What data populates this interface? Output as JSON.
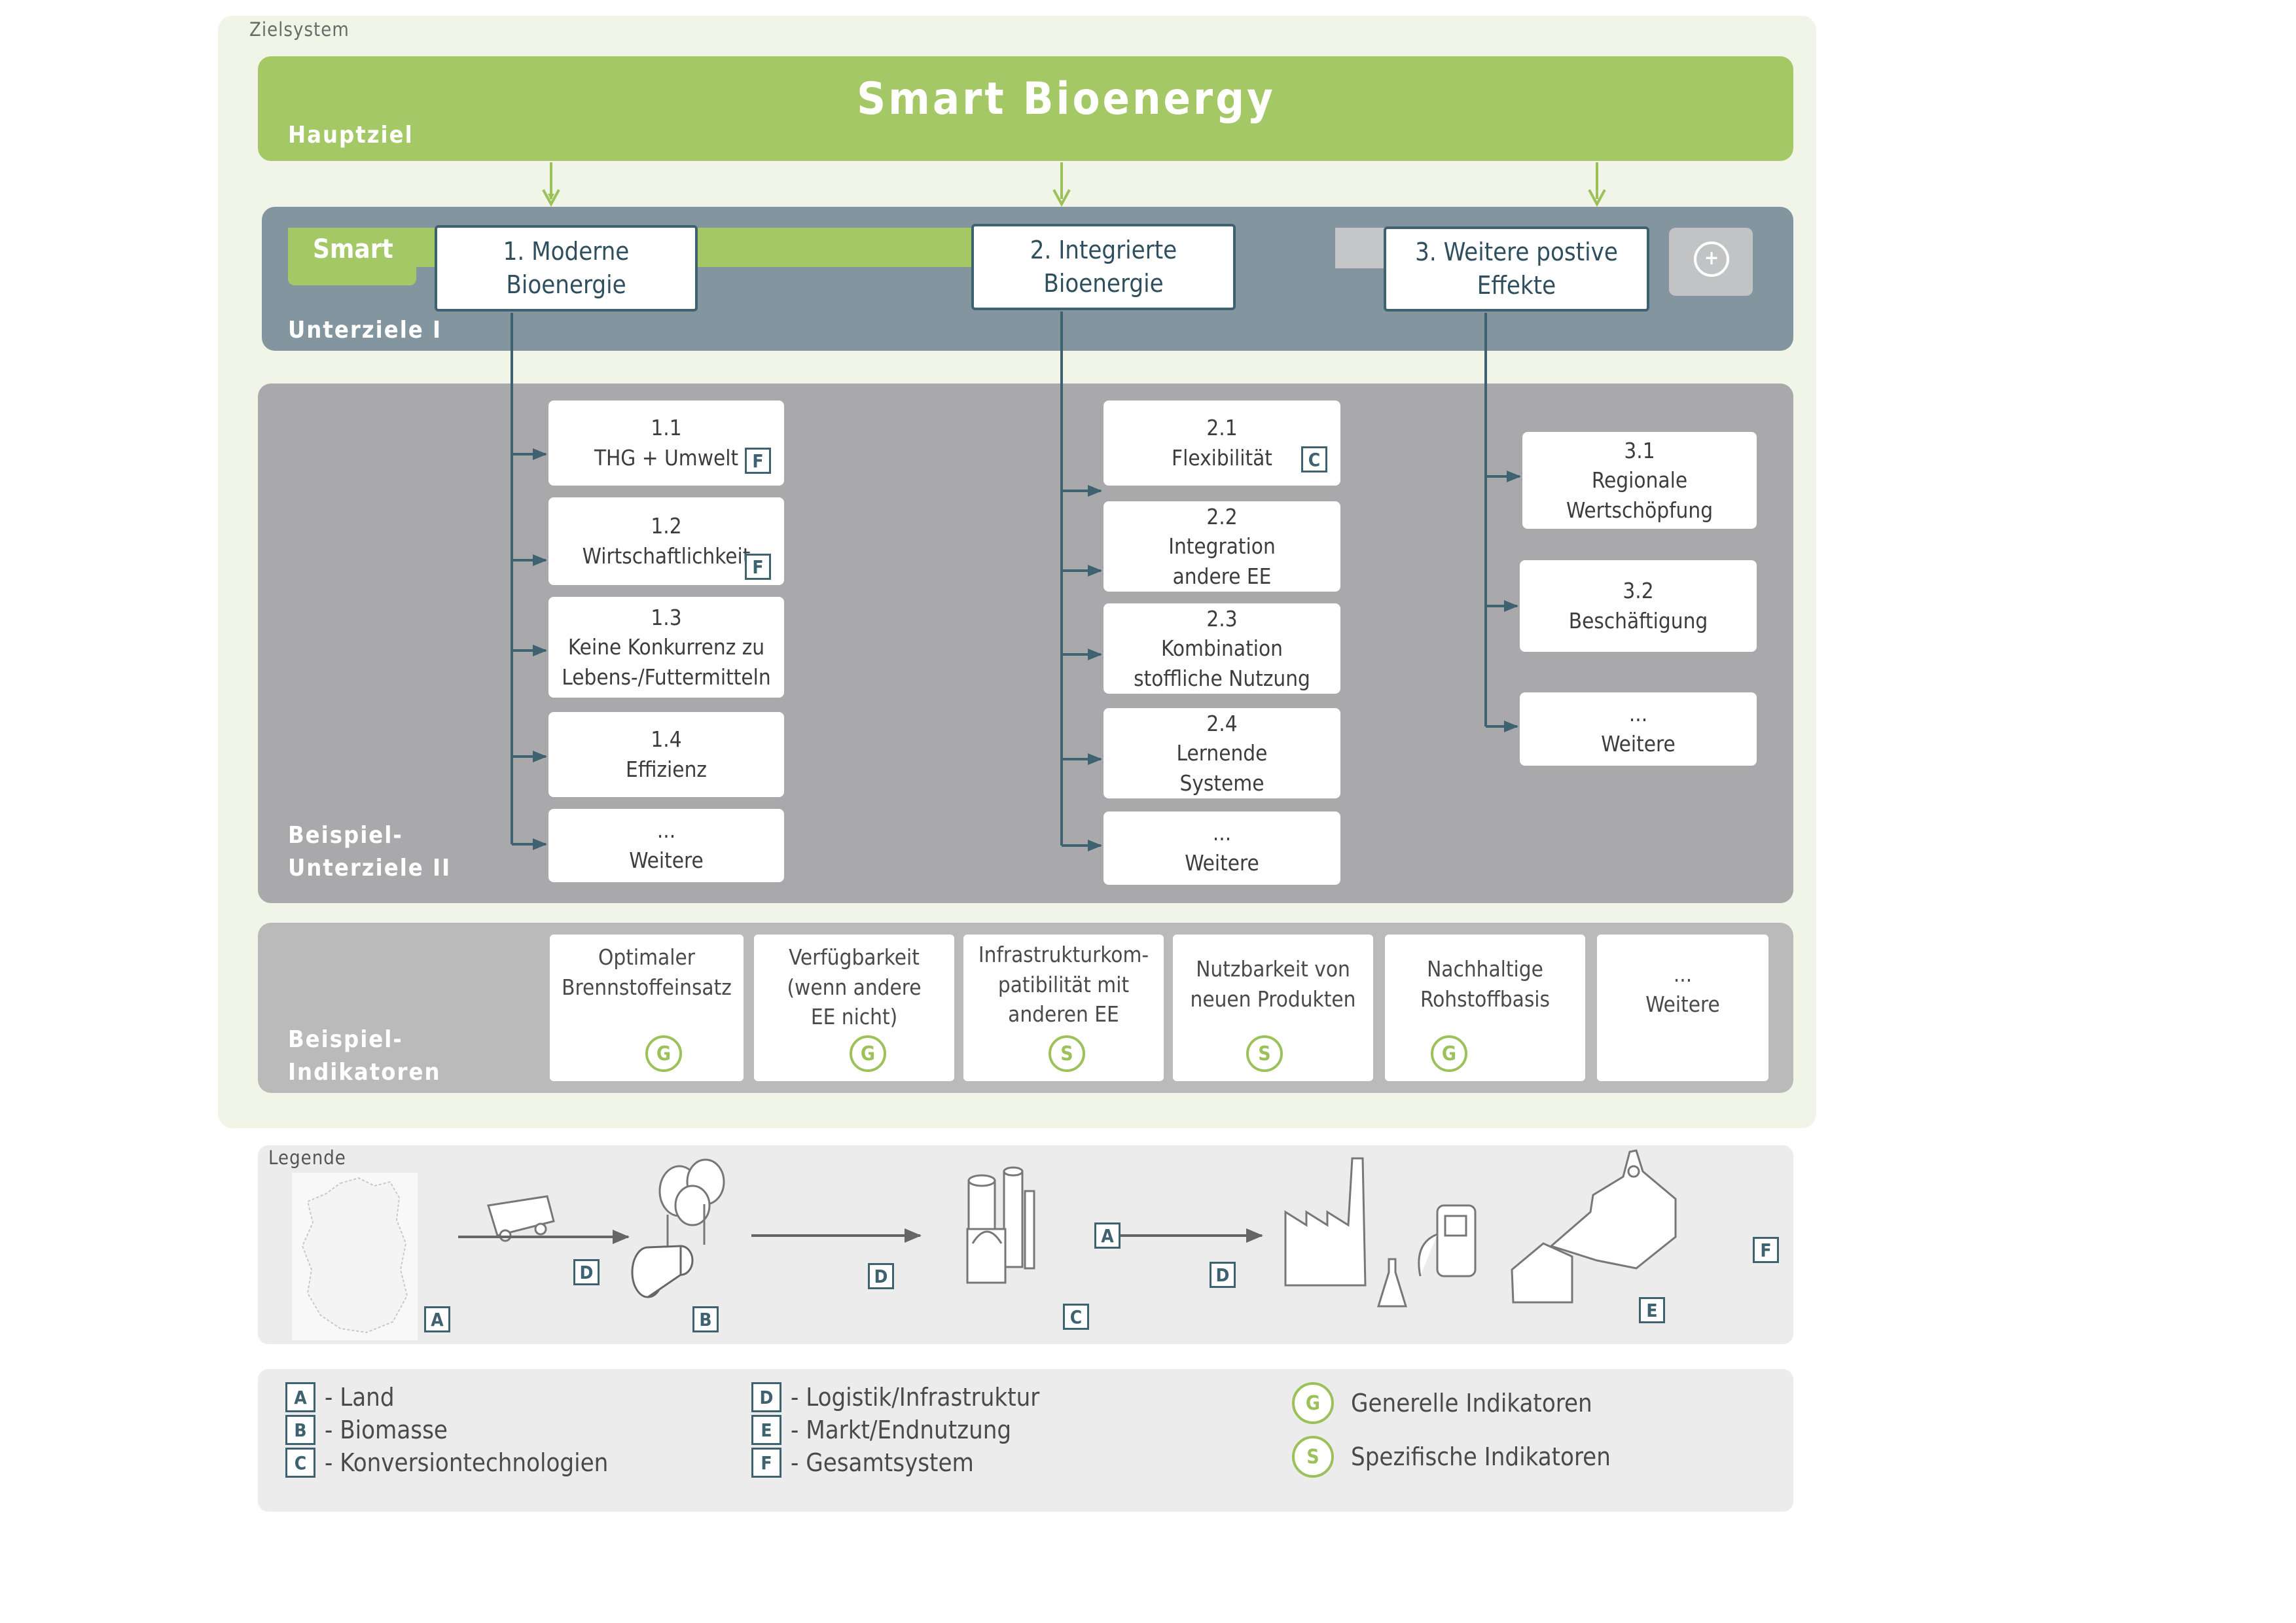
{
  "outer_label": "Zielsystem",
  "main_goal": {
    "title": "Smart Bioenergy",
    "label": "Hauptziel"
  },
  "sub1": {
    "label": "Unterziele I",
    "smart_label": "Smart",
    "plus_label": "+",
    "goals": [
      "1. Moderne\nBioenergie",
      "2. Integrierte\nBioenergie",
      "3. Weitere postive\nEffekte"
    ]
  },
  "sub2": {
    "label": "Beispiel-\nUnterziele II",
    "col1": [
      {
        "text": "1.1\nTHG + Umwelt",
        "code": "F"
      },
      {
        "text": "1.2\nWirtschaftlichkeit",
        "code": "F"
      },
      {
        "text": "1.3\nKeine Konkurrenz zu\nLebens-/Futtermitteln",
        "code": ""
      },
      {
        "text": "1.4\nEffizienz",
        "code": ""
      },
      {
        "text": "...\nWeitere",
        "code": ""
      }
    ],
    "col2": [
      {
        "text": "2.1\nFlexibilität",
        "code": "C"
      },
      {
        "text": "2.2\nIntegration\nandere EE",
        "code": ""
      },
      {
        "text": "2.3\nKombination\nstoffliche Nutzung",
        "code": ""
      },
      {
        "text": "2.4\nLernende\nSysteme",
        "code": ""
      },
      {
        "text": "...\nWeitere",
        "code": ""
      }
    ],
    "col3": [
      {
        "text": "3.1\nRegionale\nWertschöpfung",
        "code": ""
      },
      {
        "text": "3.2\nBeschäftigung",
        "code": ""
      },
      {
        "text": "...\nWeitere",
        "code": ""
      }
    ]
  },
  "indicators": {
    "label": "Beispiel-\nIndikatoren",
    "items": [
      {
        "text": "Optimaler\nBrennstoffeinsatz",
        "type": "G"
      },
      {
        "text": "Verfügbarkeit\n(wenn andere\nEE nicht)",
        "type": "G"
      },
      {
        "text": "Infrastrukturkom-\npatibilität mit\nanderen EE",
        "type": "S"
      },
      {
        "text": "Nutzbarkeit von\nneuen Produkten",
        "type": "S"
      },
      {
        "text": "Nachhaltige\nRohstoffbasis",
        "type": "G"
      },
      {
        "text": "...\nWeitere",
        "type": ""
      }
    ]
  },
  "legend": {
    "label": "Legende",
    "stage_codes": [
      "A",
      "B",
      "C",
      "E",
      "F"
    ],
    "arrow_codes": [
      "D",
      "D",
      "A",
      "D"
    ],
    "icons": [
      "germany-map-icon",
      "truck-icon",
      "trees-icon",
      "wood-logs-icon",
      "biogas-plant-icon",
      "factory-icon",
      "fuel-pump-icon",
      "flask-icon",
      "houses-icon"
    ],
    "keys_left": [
      {
        "code": "A",
        "text": "- Land"
      },
      {
        "code": "B",
        "text": "- Biomasse"
      },
      {
        "code": "C",
        "text": "- Konversiontechnologien"
      }
    ],
    "keys_mid": [
      {
        "code": "D",
        "text": "- Logistik/Infrastruktur"
      },
      {
        "code": "E",
        "text": " - Markt/Endnutzung"
      },
      {
        "code": "F",
        "text": " - Gesamtsystem"
      }
    ],
    "keys_right": [
      {
        "code": "G",
        "text": "Generelle Indikatoren"
      },
      {
        "code": "S",
        "text": "Spezifische Indikatoren"
      }
    ]
  },
  "colors": {
    "green": "#a5c866",
    "dark_teal": "#3f6270",
    "slate": "#83969f",
    "grey": "#a9a9ab"
  }
}
